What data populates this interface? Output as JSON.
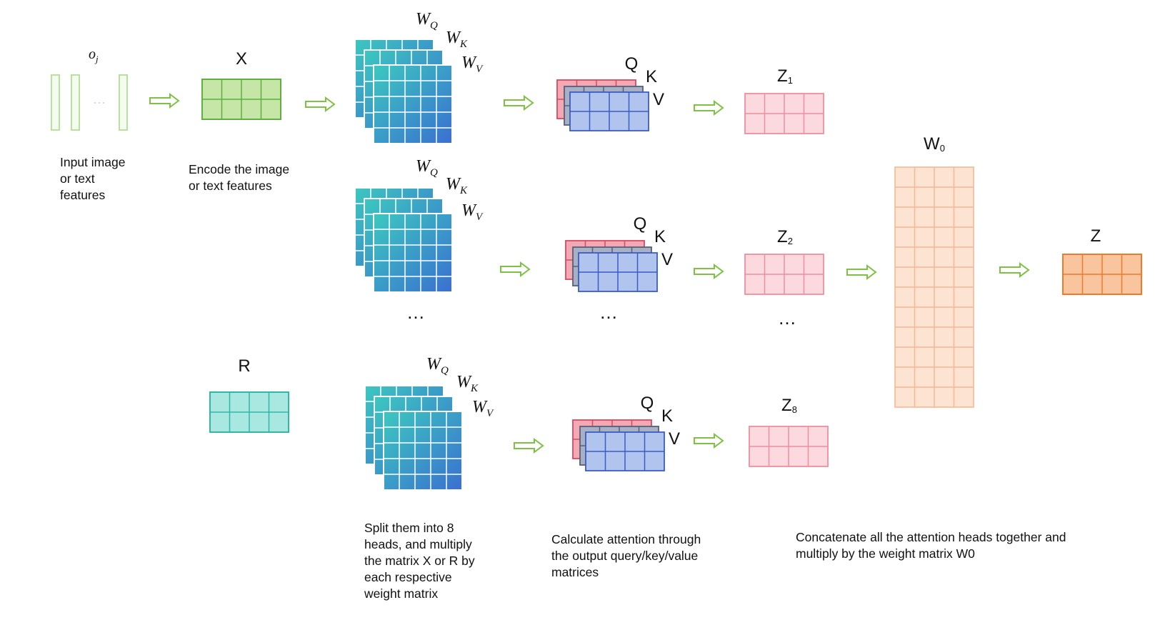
{
  "labels": {
    "oj": "o",
    "oj_sub": "j",
    "x": "X",
    "r": "R",
    "q": "Q",
    "k": "K",
    "v": "V",
    "w": "W",
    "w_sub_q": "Q",
    "w_sub_k": "K",
    "w_sub_v": "V",
    "z": "Z",
    "z1_sub": "1",
    "z2_sub": "2",
    "z8_sub": "8",
    "w0": "W",
    "w0_sub": "0",
    "z_out": "Z",
    "ellipsis": "…",
    "dots": "···"
  },
  "descriptions": {
    "input": [
      "Input image",
      "or text",
      "features"
    ],
    "encode": [
      "Encode the image",
      "or text features"
    ],
    "split": [
      "Split them into 8",
      "heads, and multiply",
      "the matrix X or R by",
      "each respective",
      "weight matrix"
    ],
    "attention": [
      "Calculate attention through",
      "the output query/key/value",
      "matrices"
    ],
    "concat": [
      "Concatenate all the attention heads together and",
      "multiply by the weight matrix W0"
    ]
  },
  "colors": {
    "arrow": "#7dc242",
    "input_stroke": "#b8e0a0",
    "x_fill": "#c5e6a6",
    "x_stroke": "#5fb03e",
    "r_fill": "#a8e8e0",
    "r_stroke": "#33b5a8",
    "w_grad_a": "#3cc8c0",
    "w_grad_b": "#3a6fd0",
    "q_fill": "#f4a8b4",
    "q_stroke": "#d9485f",
    "k_fill": "#a8b0c4",
    "k_stroke": "#56607a",
    "v_fill": "#b0c4ee",
    "v_stroke": "#3a5cc6",
    "z_fill": "#fbd9df",
    "z_stroke": "#ee8e9e",
    "w0_fill": "#fde3d2",
    "w0_stroke": "#f5b895",
    "zout_fill": "#f8c59f",
    "zout_stroke": "#ee7a2a"
  }
}
